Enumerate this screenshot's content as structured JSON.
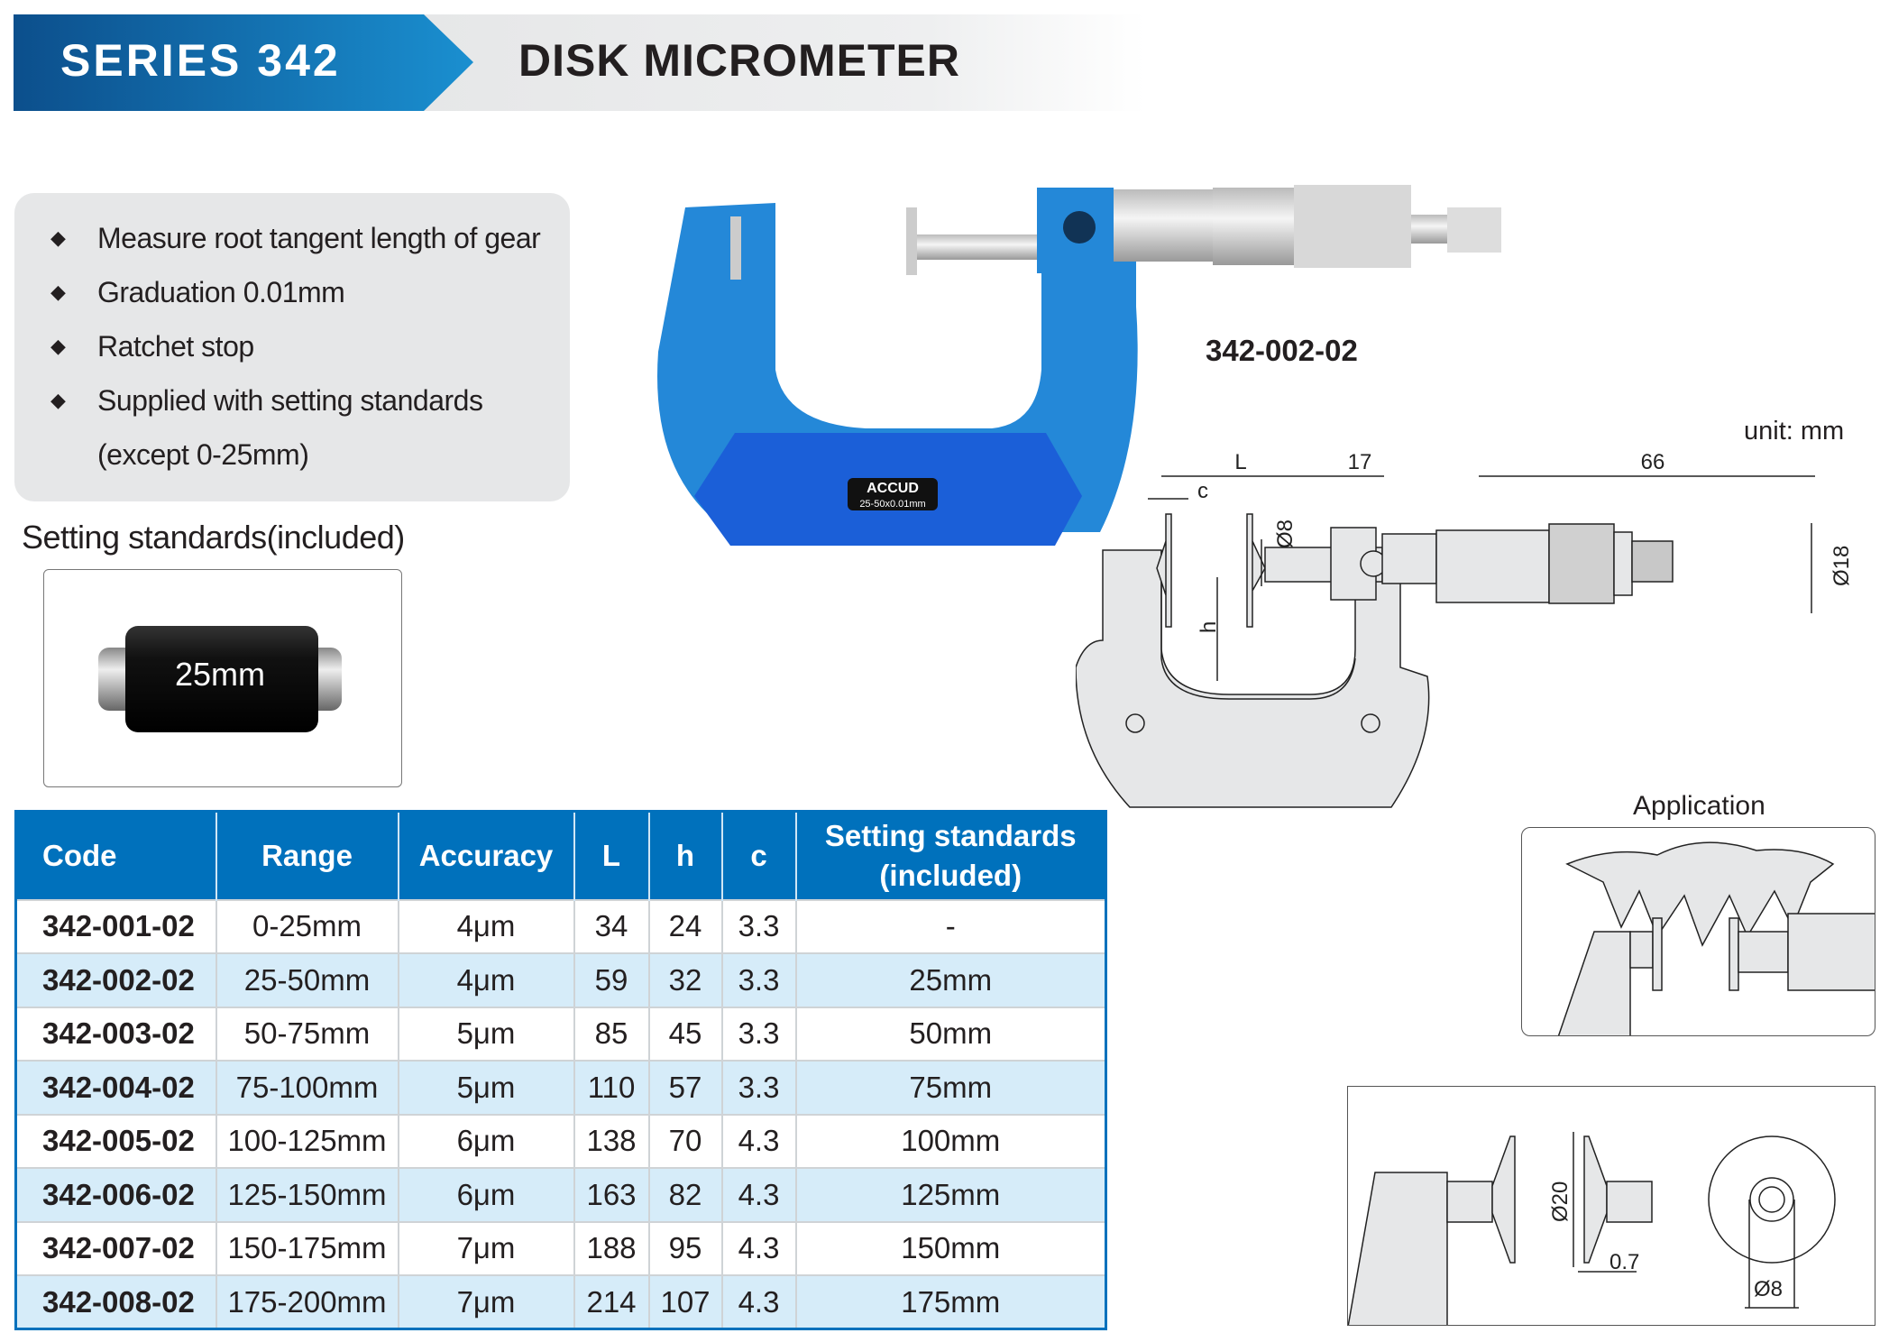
{
  "header": {
    "series": "SERIES 342",
    "title": "DISK MICROMETER"
  },
  "features": [
    "Measure root tangent length of gear",
    "Graduation 0.01mm",
    "Ratchet stop",
    "Supplied with setting standards",
    "(except 0-25mm)"
  ],
  "setting_standards": {
    "title": "Setting standards(included)",
    "label": "25mm"
  },
  "product": {
    "model": "342-002-02",
    "brand": "ACCUD",
    "body_marking": "25-50x0.01mm"
  },
  "drawing": {
    "unit": "unit: mm",
    "dims": {
      "L": "L",
      "c": "c",
      "d17": "17",
      "d66": "66",
      "phi8": "Ø8",
      "phi18": "Ø18",
      "h": "h"
    }
  },
  "application": {
    "label": "Application"
  },
  "detail": {
    "phi20": "Ø20",
    "t": "0.7",
    "phi8": "Ø8"
  },
  "colors": {
    "brand_blue": "#0071bc",
    "row_alt": "#d6ecf9",
    "body_blue": "#1f6fd6"
  },
  "table": {
    "headers": [
      "Code",
      "Range",
      "Accuracy",
      "L",
      "h",
      "c",
      "Setting standards\n(included)"
    ],
    "header_std_1": "Setting standards",
    "header_std_2": "(included)",
    "rows": [
      [
        "342-001-02",
        "0-25mm",
        "4μm",
        "34",
        "24",
        "3.3",
        "-"
      ],
      [
        "342-002-02",
        "25-50mm",
        "4μm",
        "59",
        "32",
        "3.3",
        "25mm"
      ],
      [
        "342-003-02",
        "50-75mm",
        "5μm",
        "85",
        "45",
        "3.3",
        "50mm"
      ],
      [
        "342-004-02",
        "75-100mm",
        "5μm",
        "110",
        "57",
        "3.3",
        "75mm"
      ],
      [
        "342-005-02",
        "100-125mm",
        "6μm",
        "138",
        "70",
        "4.3",
        "100mm"
      ],
      [
        "342-006-02",
        "125-150mm",
        "6μm",
        "163",
        "82",
        "4.3",
        "125mm"
      ],
      [
        "342-007-02",
        "150-175mm",
        "7μm",
        "188",
        "95",
        "4.3",
        "150mm"
      ],
      [
        "342-008-02",
        "175-200mm",
        "7μm",
        "214",
        "107",
        "4.3",
        "175mm"
      ]
    ]
  }
}
